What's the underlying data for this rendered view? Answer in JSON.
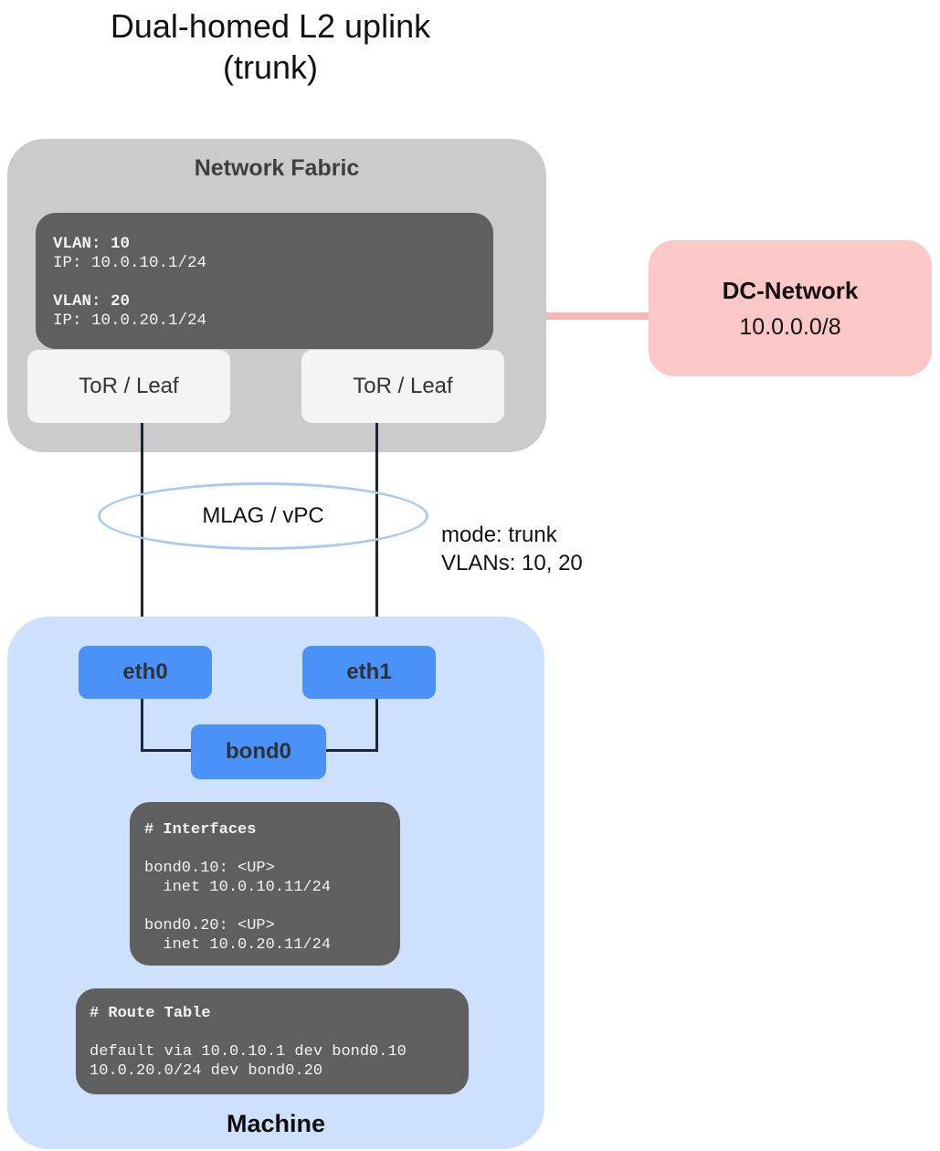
{
  "title": {
    "line1": "Dual-homed L2 uplink",
    "line2": "(trunk)"
  },
  "fabric": {
    "label": "Network Fabric",
    "vlan_box": {
      "vlan1_label": "VLAN: 10",
      "vlan1_ip": "IP: 10.0.10.1/24",
      "vlan2_label": "VLAN: 20",
      "vlan2_ip": "IP: 10.0.20.1/24"
    },
    "tor_left_label": "ToR / Leaf",
    "tor_right_label": "ToR / Leaf"
  },
  "dc_network": {
    "title": "DC-Network",
    "subnet": "10.0.0.0/8"
  },
  "mlag": {
    "label": "MLAG / vPC"
  },
  "link_annotation": {
    "line1": "mode: trunk",
    "line2": "VLANs: 10, 20"
  },
  "machine": {
    "label": "Machine",
    "eth0_label": "eth0",
    "eth1_label": "eth1",
    "bond_label": "bond0",
    "interfaces_box": {
      "title": "# Interfaces",
      "entries": [
        {
          "name": "bond0.10: <UP>",
          "inet": "  inet 10.0.10.11/24"
        },
        {
          "name": "bond0.20: <UP>",
          "inet": "  inet 10.0.20.11/24"
        }
      ]
    },
    "route_box": {
      "title": "# Route Table",
      "routes": [
        "default via 10.0.10.1 dev bond0.10",
        "10.0.20.0/24 dev bond0.20"
      ]
    }
  },
  "colors": {
    "fabric_bg": "#cbcbcb",
    "code_bg": "#5f5f5f",
    "tor_bg": "#f4f4f5",
    "pink_bg": "#fbc7c7",
    "pink_line": "#f8b6ba",
    "machine_bg": "#cde0fc",
    "nic_bg": "#4b92f8",
    "ellipse_stroke": "#a9c9f4",
    "wire": "#1d2440"
  }
}
